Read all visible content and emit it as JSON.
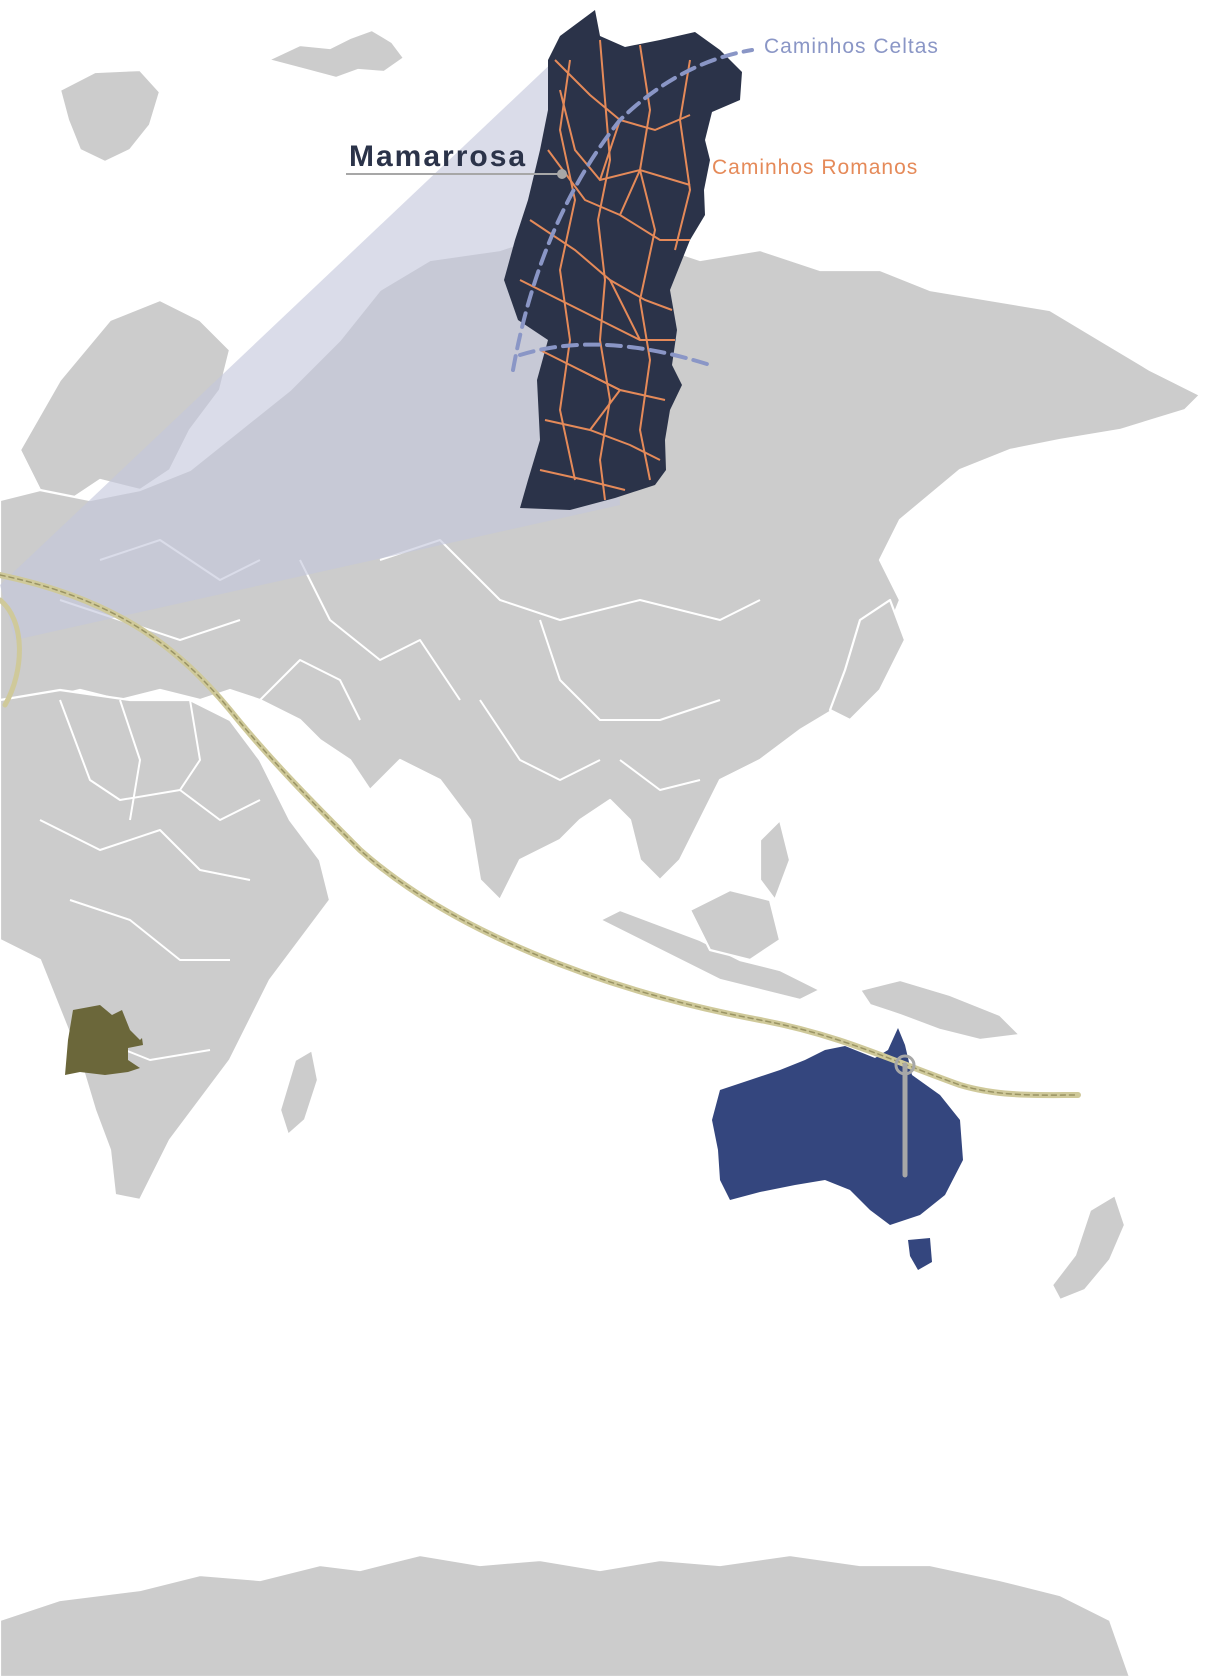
{
  "map": {
    "place_label": "Mamarrosa",
    "legend": {
      "celtic_routes": "Caminhos Celtas",
      "roman_routes": "Caminhos Romanos"
    },
    "highlighted_regions": [
      "Portugal",
      "Angola",
      "Australia"
    ]
  },
  "colors": {
    "land": "#cccccc",
    "country_border": "#ffffff",
    "zoom_wedge": "#c3c7dc",
    "portugal_fill": "#2b3349",
    "roman_roads": "#e58a59",
    "celtic_routes": "#8a96c6",
    "place_label": "#2b3349",
    "angola_fill": "#6b673a",
    "australia_fill": "#34467e",
    "rope": "#cfc99a",
    "pin": "#a7a7a7"
  }
}
